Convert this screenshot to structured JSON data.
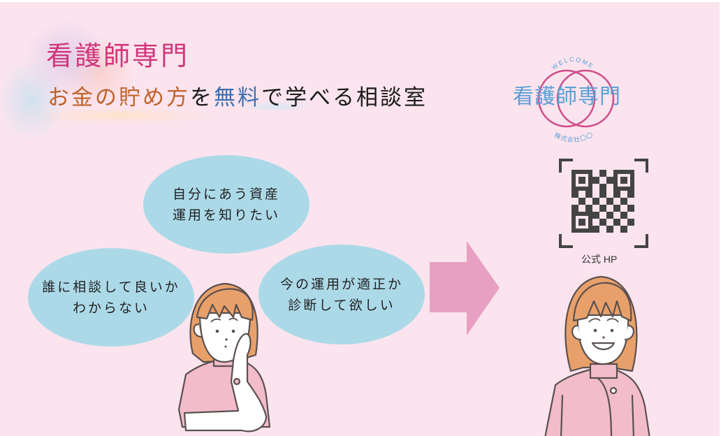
{
  "header": {
    "title": "看護師専門",
    "subtitle_parts": [
      {
        "text": "お金の貯め方",
        "color": "#c0622a"
      },
      {
        "text": "を",
        "color": "#1a1a1a"
      },
      {
        "text": "無料",
        "color": "#3c6fb0"
      },
      {
        "text": "で学べる相談室",
        "color": "#1a1a1a"
      }
    ],
    "title_color": "#d0357a"
  },
  "logo": {
    "welcome": "WELCOME",
    "name": "看護師専門",
    "company": "株式会社〇〇",
    "text_color": "#5aa0d6",
    "ring_color": "#d04d8a"
  },
  "qr": {
    "caption": "公式 HP"
  },
  "bubbles": [
    {
      "id": "top",
      "lines": [
        "自分にあう資産",
        "運用を知りたい"
      ]
    },
    {
      "id": "left",
      "lines": [
        "誰に相談して良いか",
        "わからない"
      ]
    },
    {
      "id": "right",
      "lines": [
        "今の運用が適正か",
        "診断して欲しい"
      ]
    }
  ],
  "arrow": {
    "color": "#e8a0c2",
    "direction": "right"
  },
  "colors": {
    "background": "#fbe4ee",
    "bubble": "#acd9e8",
    "hair": "#e8a06a",
    "uniform": "#f2bccb",
    "outline": "#5a5050"
  }
}
